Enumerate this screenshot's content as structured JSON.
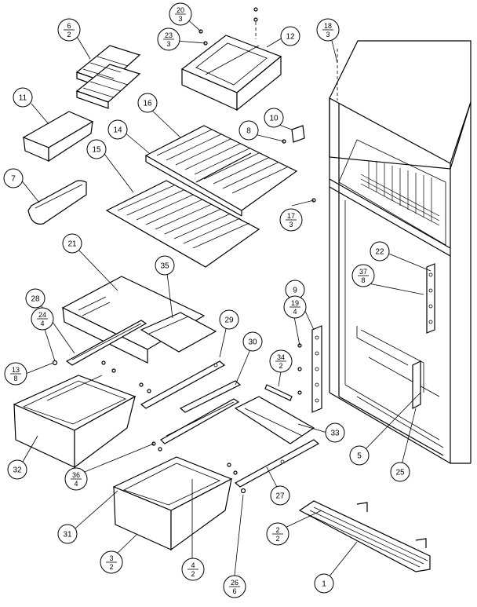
{
  "callouts": [
    {
      "id": "c-6-2",
      "num": "6",
      "sub": "2"
    },
    {
      "id": "c-20-3",
      "num": "20",
      "sub": "3"
    },
    {
      "id": "c-23-3",
      "num": "23",
      "sub": "3"
    },
    {
      "id": "c-12",
      "num": "12",
      "sub": ""
    },
    {
      "id": "c-18-3",
      "num": "18",
      "sub": "3"
    },
    {
      "id": "c-11",
      "num": "11",
      "sub": ""
    },
    {
      "id": "c-16",
      "num": "16",
      "sub": ""
    },
    {
      "id": "c-10",
      "num": "10",
      "sub": ""
    },
    {
      "id": "c-8",
      "num": "8",
      "sub": ""
    },
    {
      "id": "c-14",
      "num": "14",
      "sub": ""
    },
    {
      "id": "c-15",
      "num": "15",
      "sub": ""
    },
    {
      "id": "c-7",
      "num": "7",
      "sub": ""
    },
    {
      "id": "c-17-3",
      "num": "17",
      "sub": "3"
    },
    {
      "id": "c-21",
      "num": "21",
      "sub": ""
    },
    {
      "id": "c-22",
      "num": "22",
      "sub": ""
    },
    {
      "id": "c-35",
      "num": "35",
      "sub": ""
    },
    {
      "id": "c-37-8",
      "num": "37",
      "sub": "8"
    },
    {
      "id": "c-28",
      "num": "28",
      "sub": ""
    },
    {
      "id": "c-9",
      "num": "9",
      "sub": ""
    },
    {
      "id": "c-19-4",
      "num": "19",
      "sub": "4"
    },
    {
      "id": "c-24-4",
      "num": "24",
      "sub": "4"
    },
    {
      "id": "c-29",
      "num": "29",
      "sub": ""
    },
    {
      "id": "c-30",
      "num": "30",
      "sub": ""
    },
    {
      "id": "c-34-2",
      "num": "34",
      "sub": "2"
    },
    {
      "id": "c-13-8",
      "num": "13",
      "sub": "8"
    },
    {
      "id": "c-33",
      "num": "33",
      "sub": ""
    },
    {
      "id": "c-32",
      "num": "32",
      "sub": ""
    },
    {
      "id": "c-5",
      "num": "5",
      "sub": ""
    },
    {
      "id": "c-36-4",
      "num": "36",
      "sub": "4"
    },
    {
      "id": "c-25",
      "num": "25",
      "sub": ""
    },
    {
      "id": "c-27",
      "num": "27",
      "sub": ""
    },
    {
      "id": "c-31",
      "num": "31",
      "sub": ""
    },
    {
      "id": "c-2-2",
      "num": "2",
      "sub": "2"
    },
    {
      "id": "c-3-2",
      "num": "3",
      "sub": "2"
    },
    {
      "id": "c-4-2",
      "num": "4",
      "sub": "2"
    },
    {
      "id": "c-26-6",
      "num": "26",
      "sub": "6"
    },
    {
      "id": "c-1",
      "num": "1",
      "sub": ""
    }
  ]
}
